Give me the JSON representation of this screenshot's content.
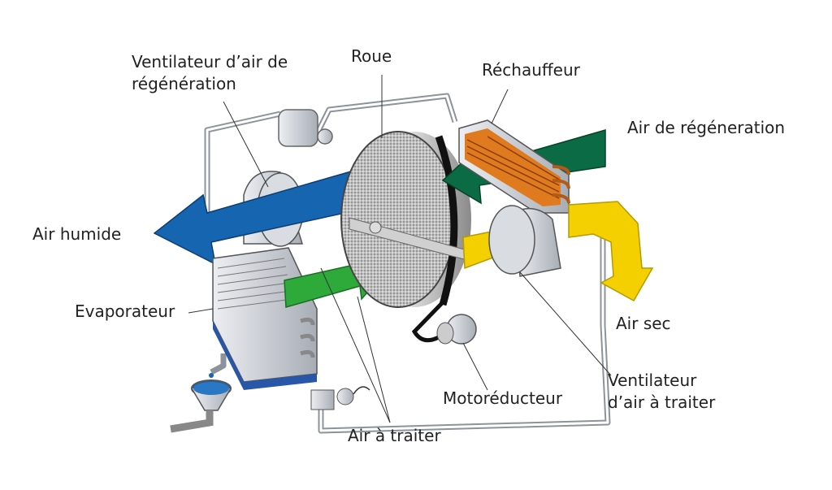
{
  "title": "Déshydrateur à roue dessicante",
  "labels": {
    "regen_fan_line1": "Ventilateur d’air de",
    "regen_fan_line2": "régénération",
    "wheel": "Roue",
    "heater": "Réchauffeur",
    "regen_air": "Air de régéneration",
    "humid_air": "Air humide",
    "evaporator": "Evaporateur",
    "dry_air": "Air sec",
    "process_fan_line1": "Ventilateur",
    "process_fan_line2": "d’air à traiter",
    "gear_motor": "Motoréducteur",
    "process_air": "Air à traiter"
  },
  "colors": {
    "humid_air": "#1565b0",
    "process_air": "#2eaa3a",
    "regen_air": "#0b6b45",
    "dry_air": "#f5d000",
    "heater": "#e07a1f",
    "metal": "#c9ccd2"
  }
}
